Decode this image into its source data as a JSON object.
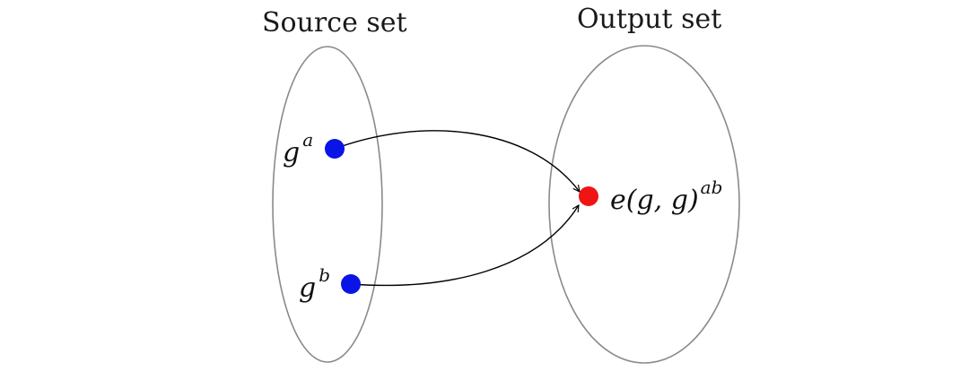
{
  "source_set": {
    "title": "Source set",
    "elements": [
      {
        "base": "g",
        "exponent": "a",
        "color": "#0a14e6"
      },
      {
        "base": "g",
        "exponent": "b",
        "color": "#0a14e6"
      }
    ]
  },
  "output_set": {
    "title": "Output set",
    "elements": [
      {
        "base": "e(g, g)",
        "exponent": "ab",
        "color": "#f01414"
      }
    ]
  },
  "colors": {
    "set_outline": "#8a8a8a",
    "arrow": "#000000"
  }
}
